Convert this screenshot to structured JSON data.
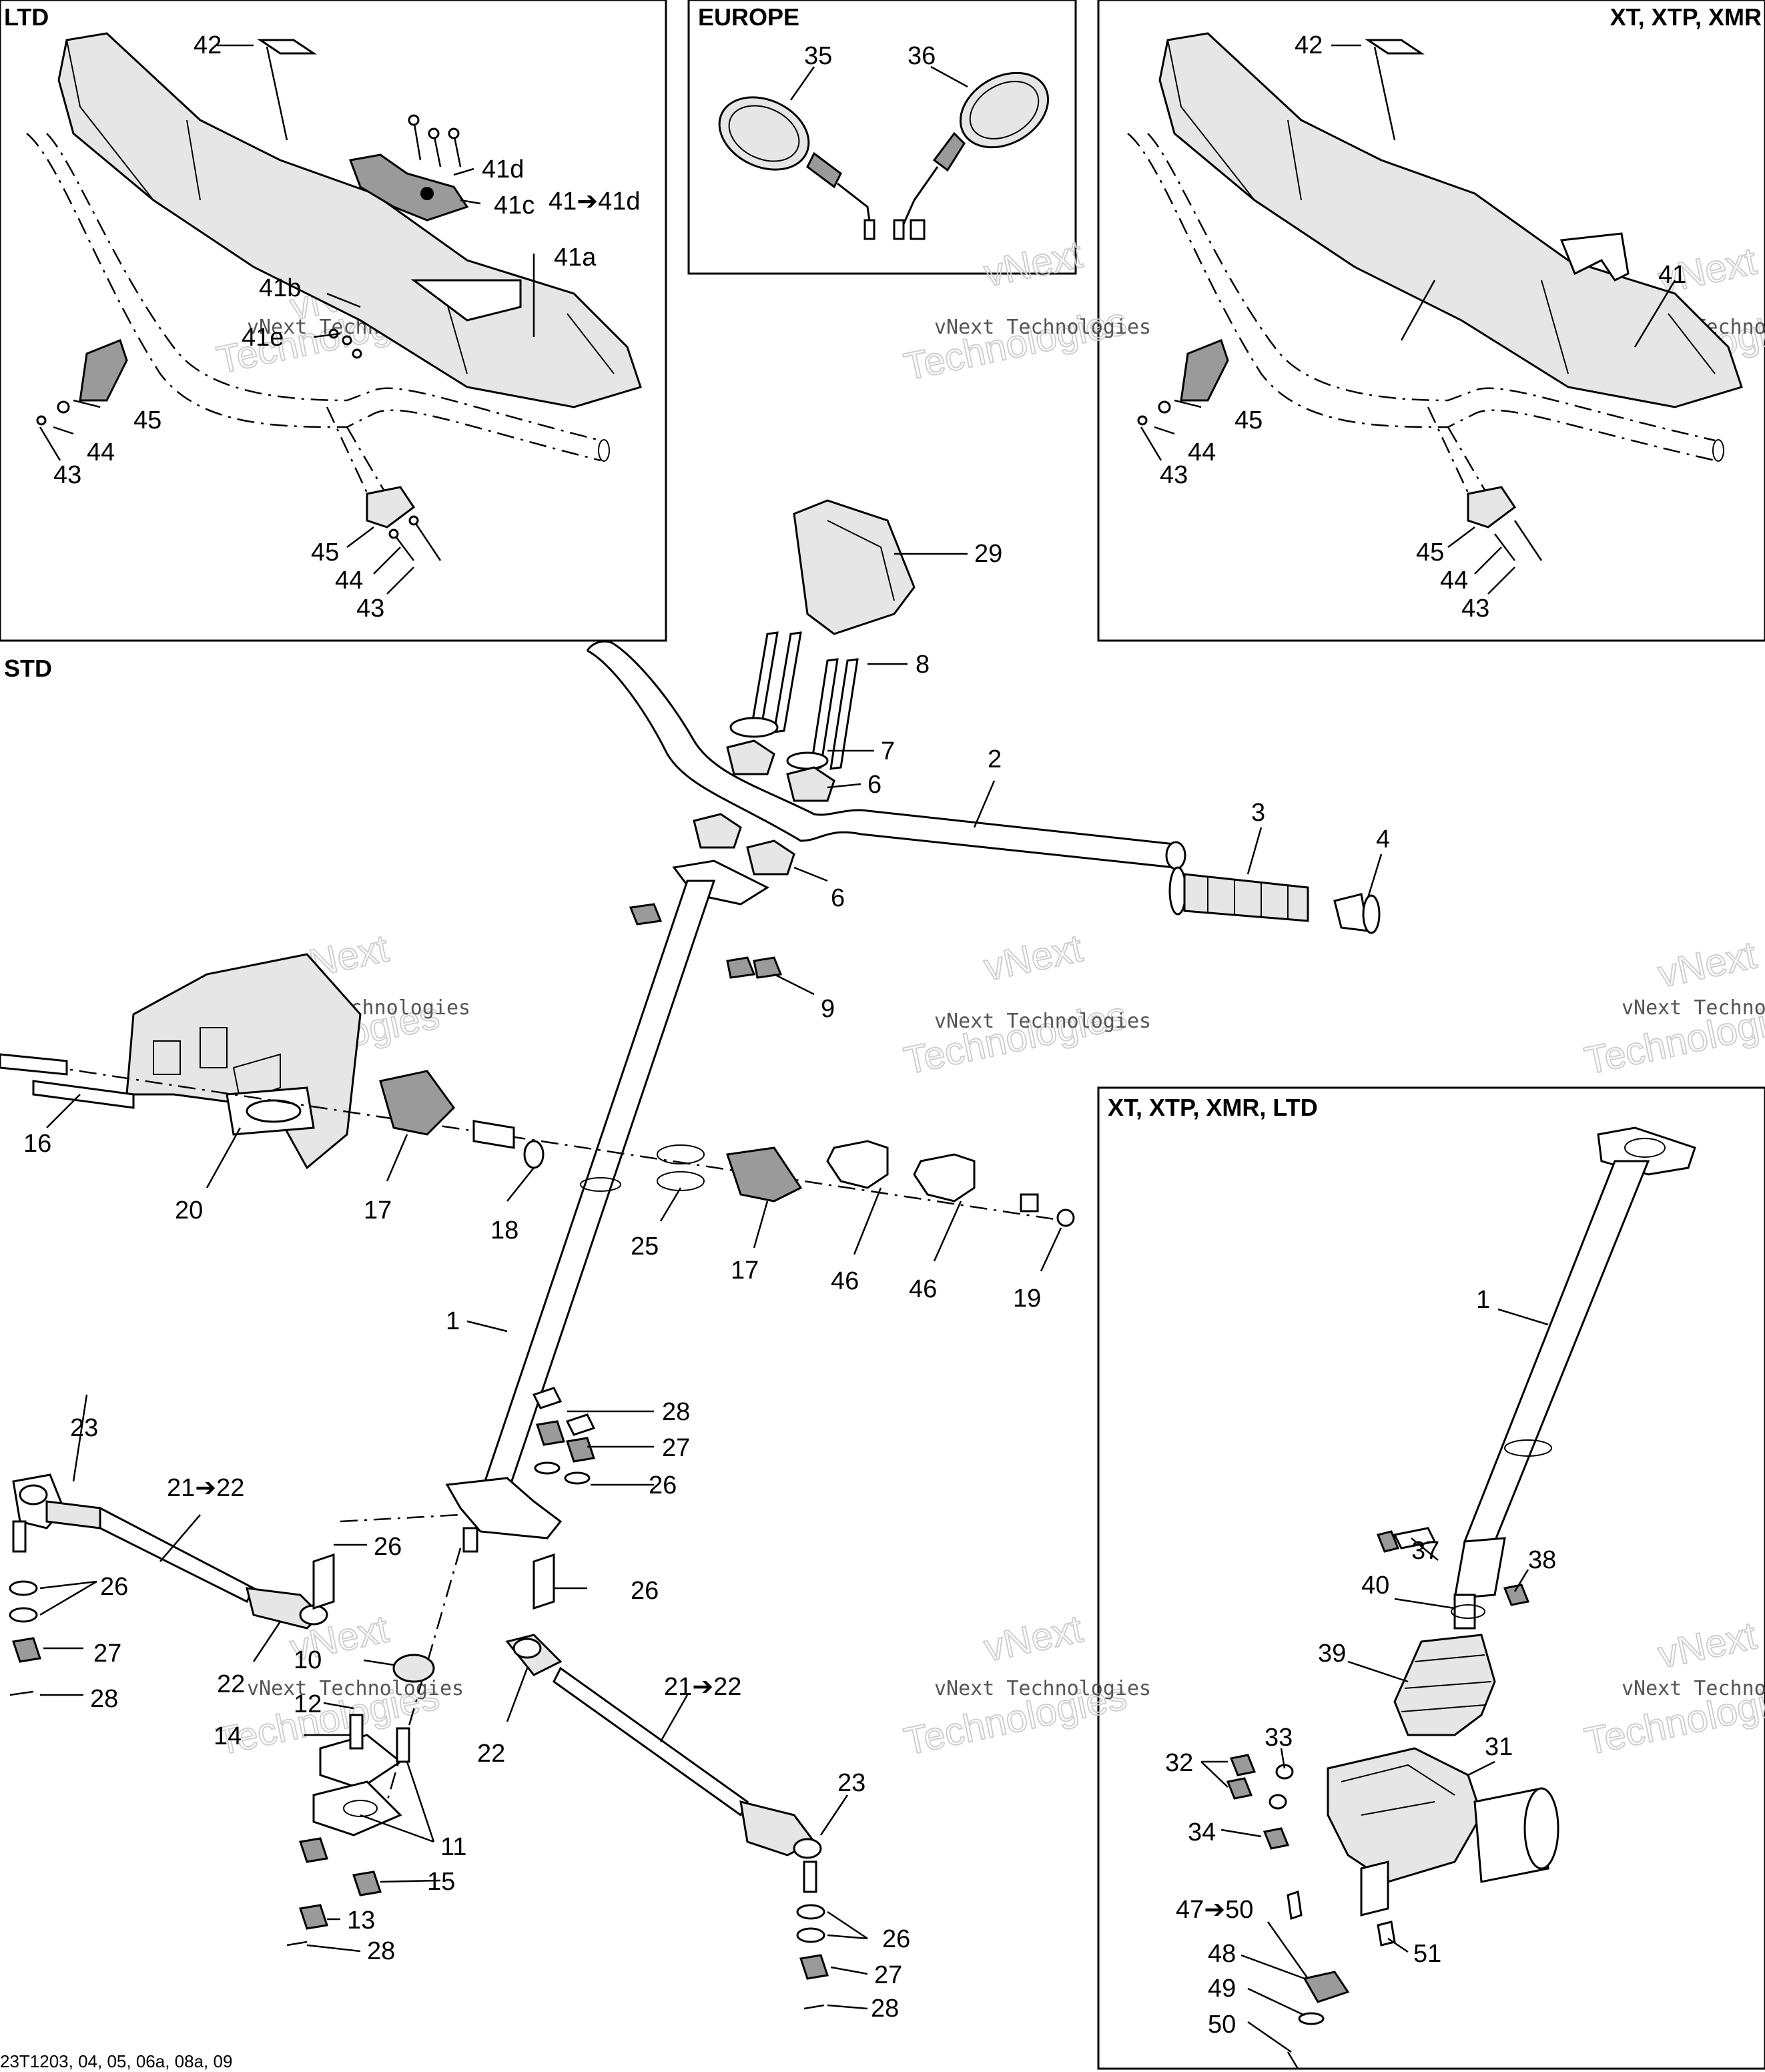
{
  "panels": {
    "ltd": "LTD",
    "europe": "EUROPE",
    "xt_top": "XT, XTP, XMR",
    "std": "STD",
    "xt_ltd": "XT, XTP, XMR, LTD"
  },
  "watermark": {
    "line1": "vNext Technologies",
    "big1": "vNext",
    "big2": "Technologies",
    "big_single": "Technologies"
  },
  "labels": {
    "p1": "1",
    "p2": "2",
    "p3": "3",
    "p4": "4",
    "p6": "6",
    "p7": "7",
    "p8": "8",
    "p9": "9",
    "p10": "10",
    "p11": "11",
    "p12": "12",
    "p13": "13",
    "p14": "14",
    "p15": "15",
    "p16": "16",
    "p17": "17",
    "p18": "18",
    "p19": "19",
    "p20": "20",
    "p21_22": "21➔22",
    "p22": "22",
    "p23": "23",
    "p25": "25",
    "p26": "26",
    "p27": "27",
    "p28": "28",
    "p29": "29",
    "p31": "31",
    "p32": "32",
    "p33": "33",
    "p34": "34",
    "p35": "35",
    "p36": "36",
    "p37": "37",
    "p38": "38",
    "p39": "39",
    "p40": "40",
    "p41": "41",
    "p41range": "41➔41d",
    "p41a": "41a",
    "p41b": "41b",
    "p41c": "41c",
    "p41d": "41d",
    "p41e": "41e",
    "p42": "42",
    "p43": "43",
    "p44": "44",
    "p45": "45",
    "p46": "46",
    "p47_50": "47➔50",
    "p48": "48",
    "p49": "49",
    "p50": "50",
    "p51": "51"
  },
  "footer_code": "23T1203, 04, 05, 06a, 08a, 09"
}
